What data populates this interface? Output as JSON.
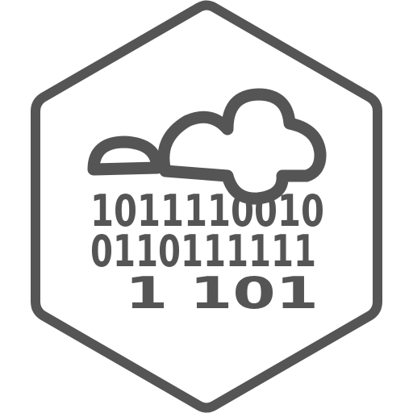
{
  "icon": {
    "name": "cloud-binary-data-icon",
    "color": "#555555",
    "background": "#ffffff",
    "frame_shape": "hexagon"
  },
  "binary_rows": [
    "1011110010",
    "0110111111",
    "1 101"
  ]
}
